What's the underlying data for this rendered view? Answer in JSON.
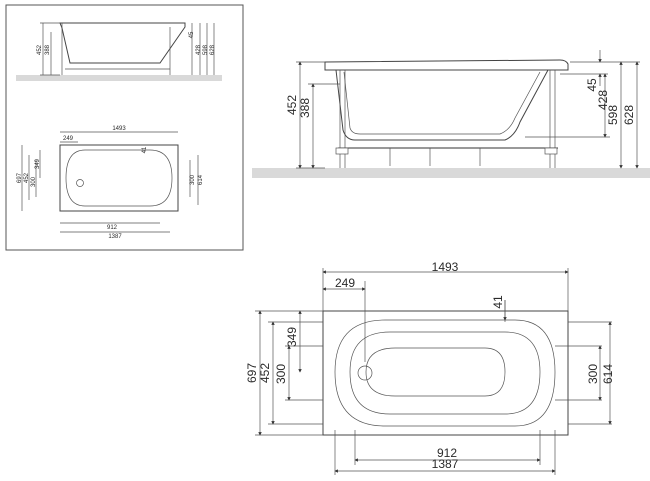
{
  "diagram": {
    "side_view": {
      "height_total_label": "452",
      "height_inner_label": "388",
      "rim_label": "45",
      "depth_label": "428",
      "height_598_label": "598",
      "height_628_label": "628"
    },
    "top_view": {
      "length_label": "1493",
      "drain_offset_label": "249",
      "rim_label": "41",
      "width_label": "697",
      "width_inner_label": "452",
      "offset_349_label": "349",
      "inner_300_left_label": "300",
      "inner_300_right_label": "300",
      "frame_614_label": "614",
      "bottom_912_label": "912",
      "bottom_1387_label": "1387"
    }
  },
  "colors": {
    "floor": "#d9d9d9",
    "line": "#444444",
    "thumbnail_border": "#555555"
  }
}
